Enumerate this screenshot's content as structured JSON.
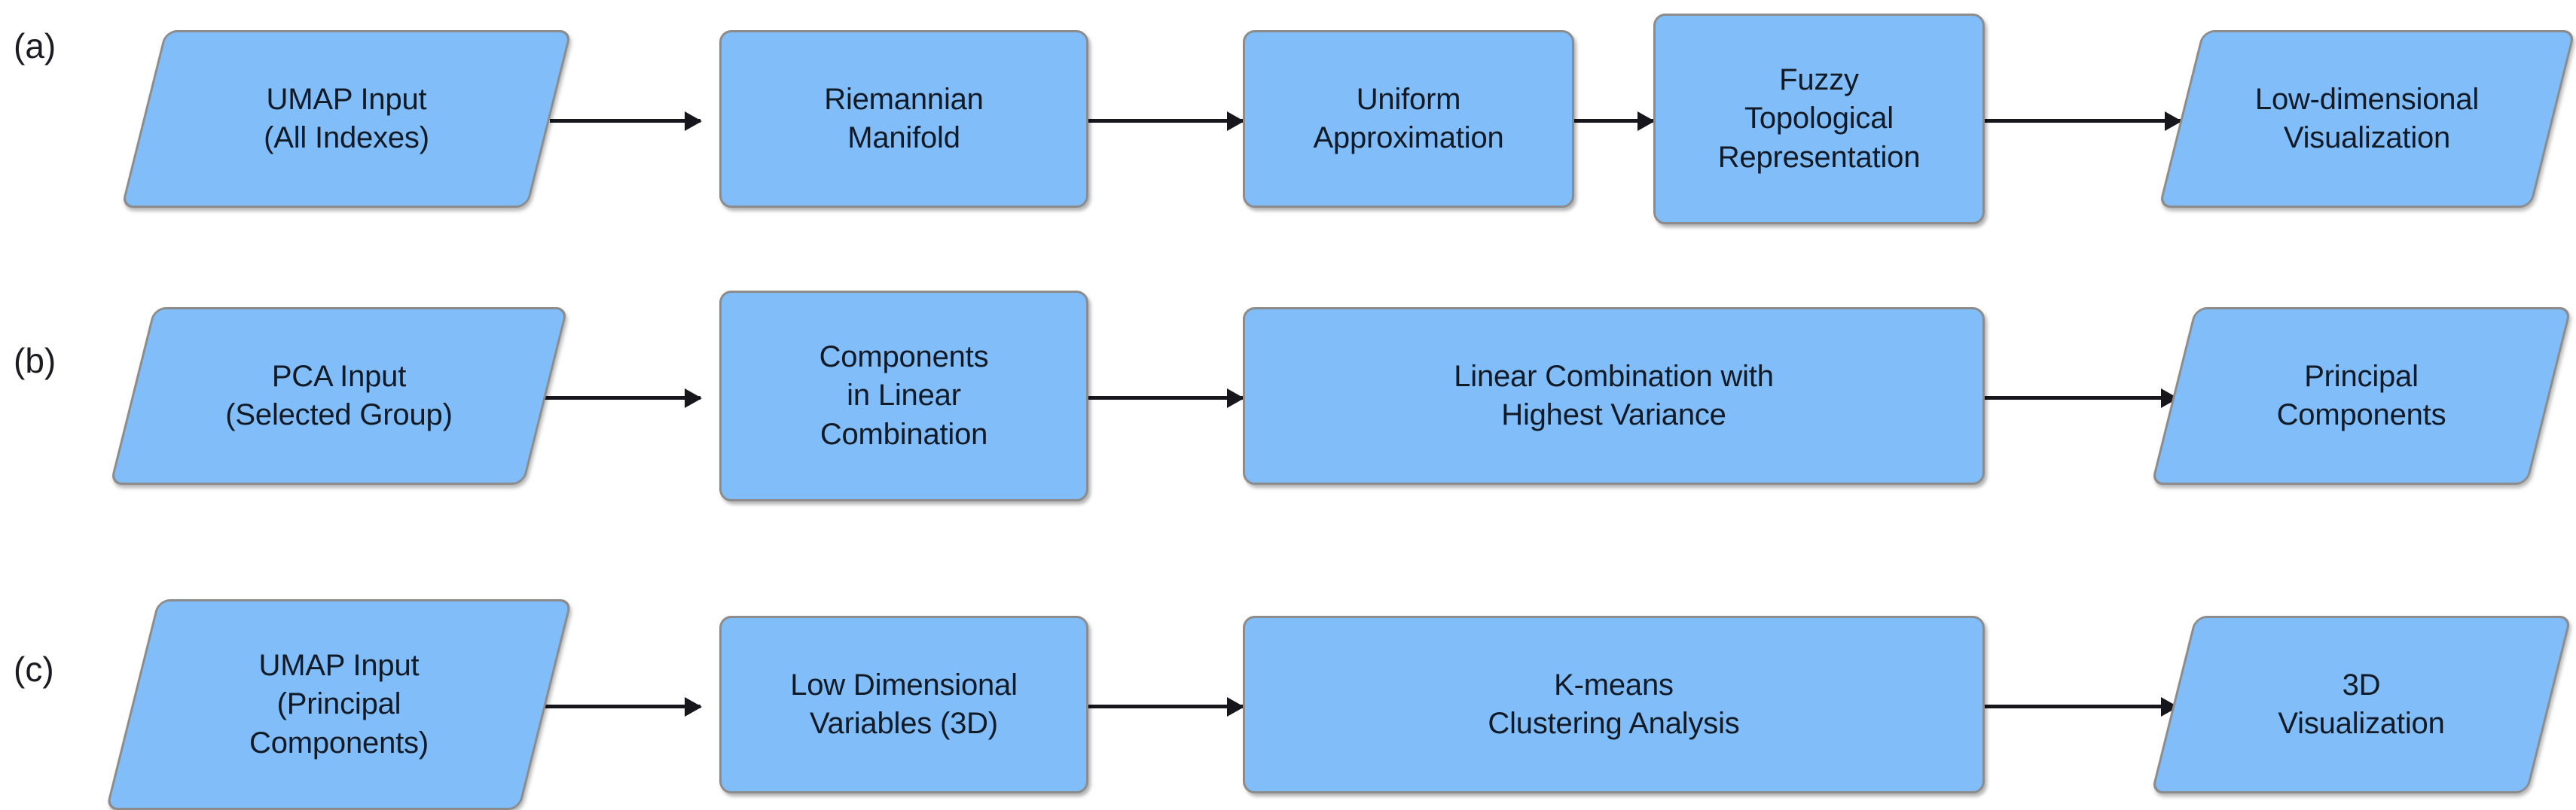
{
  "figure": {
    "type": "flowchart",
    "panel_count": 3,
    "colors": {
      "node_fill": "#80bdf9",
      "node_border": "#8c8c8c",
      "arrow": "#16161c",
      "text": "#121a26",
      "background": "#ffffff"
    }
  },
  "rows": [
    {
      "id": "a",
      "label": "(a)",
      "nodes": [
        {
          "id": "a1",
          "shape": "parallelogram",
          "text": "UMAP Input\n(All Indexes)"
        },
        {
          "id": "a2",
          "shape": "rounded-rect",
          "text": "Riemannian\nManifold"
        },
        {
          "id": "a3",
          "shape": "rounded-rect",
          "text": "Uniform\nApproximation"
        },
        {
          "id": "a4",
          "shape": "rounded-rect",
          "text": "Fuzzy\nTopological\nRepresentation"
        },
        {
          "id": "a5",
          "shape": "parallelogram",
          "text": "Low-dimensional\nVisualization"
        }
      ],
      "edges": [
        {
          "from": "a1",
          "to": "a2"
        },
        {
          "from": "a2",
          "to": "a3"
        },
        {
          "from": "a3",
          "to": "a4"
        },
        {
          "from": "a4",
          "to": "a5"
        }
      ]
    },
    {
      "id": "b",
      "label": "(b)",
      "nodes": [
        {
          "id": "b1",
          "shape": "parallelogram",
          "text": "PCA Input\n(Selected Group)"
        },
        {
          "id": "b2",
          "shape": "rounded-rect",
          "text": "Components\nin Linear\nCombination"
        },
        {
          "id": "b3",
          "shape": "rounded-rect",
          "text": "Linear Combination with\nHighest Variance"
        },
        {
          "id": "b4",
          "shape": "parallelogram",
          "text": "Principal\nComponents"
        }
      ],
      "edges": [
        {
          "from": "b1",
          "to": "b2"
        },
        {
          "from": "b2",
          "to": "b3"
        },
        {
          "from": "b3",
          "to": "b4"
        }
      ]
    },
    {
      "id": "c",
      "label": "(c)",
      "nodes": [
        {
          "id": "c1",
          "shape": "parallelogram",
          "text": "UMAP Input\n(Principal\nComponents)"
        },
        {
          "id": "c2",
          "shape": "rounded-rect",
          "text": "Low Dimensional\nVariables (3D)"
        },
        {
          "id": "c3",
          "shape": "rounded-rect",
          "text": "K-means\nClustering Analysis"
        },
        {
          "id": "c4",
          "shape": "parallelogram",
          "text": "3D\nVisualization"
        }
      ],
      "edges": [
        {
          "from": "c1",
          "to": "c2"
        },
        {
          "from": "c2",
          "to": "c3"
        },
        {
          "from": "c3",
          "to": "c4"
        }
      ]
    }
  ]
}
